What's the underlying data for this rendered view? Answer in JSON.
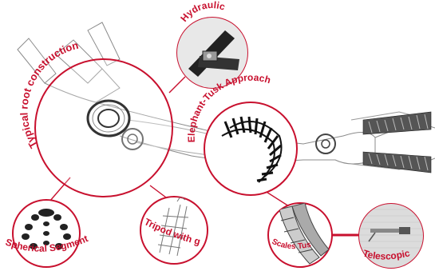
{
  "colors": {
    "accent": "#c8102e",
    "sketch": "#555555",
    "paper": "#ffffff"
  },
  "labels": {
    "hydraulic": "Hydraulic",
    "typical_root": "Typical root construction",
    "elephant_tusk": "Elephant-Tusk Approach",
    "spherical": "Spherical Segments",
    "tripod": "Tripod with glass fibre",
    "scales": "Scales Tusk",
    "telescopic": "Telescopic"
  },
  "icons": {
    "sketch": "robotic-arm-sketch",
    "hydraulic": "hydraulic-actuator-photo",
    "elephant": "tusk-coil-sketch",
    "spherical": "spherical-segments-sketch",
    "tripod": "tripod-sketch",
    "scales": "scales-sketch",
    "telescopic": "telescopic-photo"
  }
}
